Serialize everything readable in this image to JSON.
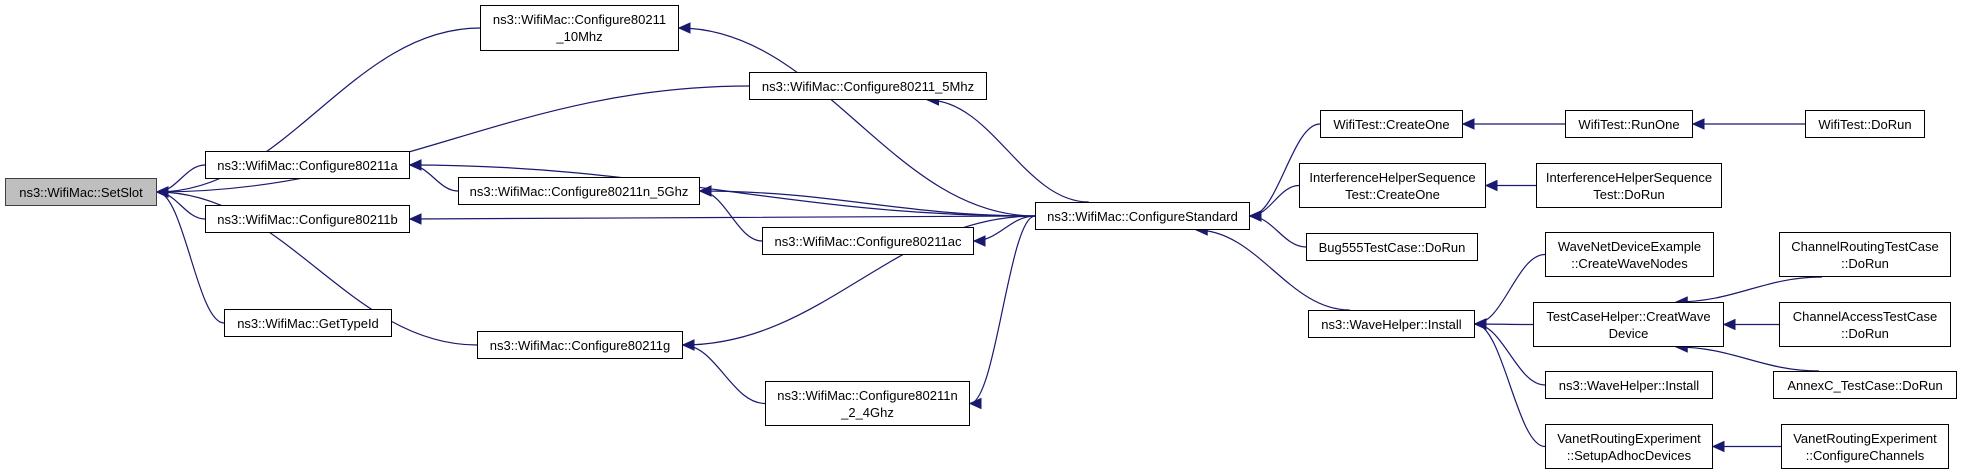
{
  "diagram": {
    "type": "caller-graph",
    "edge_color": "#191970",
    "root_fill": "#bfbfbf",
    "nodes": [
      {
        "id": "setslot",
        "label": "ns3::WifiMac::SetSlot",
        "root": true
      },
      {
        "id": "c10",
        "label": "ns3::WifiMac::Configure80211\n_10Mhz"
      },
      {
        "id": "c5",
        "label": "ns3::WifiMac::Configure80211_5Mhz"
      },
      {
        "id": "ca",
        "label": "ns3::WifiMac::Configure80211a"
      },
      {
        "id": "cn5",
        "label": "ns3::WifiMac::Configure80211n_5Ghz"
      },
      {
        "id": "cb",
        "label": "ns3::WifiMac::Configure80211b"
      },
      {
        "id": "cac",
        "label": "ns3::WifiMac::Configure80211ac"
      },
      {
        "id": "gettypeid",
        "label": "ns3::WifiMac::GetTypeId"
      },
      {
        "id": "cg",
        "label": "ns3::WifiMac::Configure80211g"
      },
      {
        "id": "cn24",
        "label": "ns3::WifiMac::Configure80211n\n_2_4Ghz"
      },
      {
        "id": "cstd",
        "label": "ns3::WifiMac::ConfigureStandard"
      },
      {
        "id": "wtcreate",
        "label": "WifiTest::CreateOne"
      },
      {
        "id": "wtrun",
        "label": "WifiTest::RunOne"
      },
      {
        "id": "wtdorun",
        "label": "WifiTest::DoRun"
      },
      {
        "id": "ihscreate",
        "label": "InterferenceHelperSequence\nTest::CreateOne"
      },
      {
        "id": "ihsdorun",
        "label": "InterferenceHelperSequence\nTest::DoRun"
      },
      {
        "id": "bug555",
        "label": "Bug555TestCase::DoRun"
      },
      {
        "id": "wavenet",
        "label": "WaveNetDeviceExample\n::CreateWaveNodes"
      },
      {
        "id": "crtc",
        "label": "ChannelRoutingTestCase\n::DoRun"
      },
      {
        "id": "whinstall",
        "label": "ns3::WaveHelper::Install"
      },
      {
        "id": "tch",
        "label": "TestCaseHelper::CreatWave\nDevice"
      },
      {
        "id": "catc",
        "label": "ChannelAccessTestCase\n::DoRun"
      },
      {
        "id": "whinstall2",
        "label": "ns3::WaveHelper::Install"
      },
      {
        "id": "annexc",
        "label": "AnnexC_TestCase::DoRun"
      },
      {
        "id": "vresetup",
        "label": "VanetRoutingExperiment\n::SetupAdhocDevices"
      },
      {
        "id": "vreconf",
        "label": "VanetRoutingExperiment\n::ConfigureChannels"
      }
    ],
    "edges": [
      {
        "from": "c10",
        "to": "setslot"
      },
      {
        "from": "c5",
        "to": "setslot"
      },
      {
        "from": "ca",
        "to": "setslot"
      },
      {
        "from": "cb",
        "to": "setslot"
      },
      {
        "from": "gettypeid",
        "to": "setslot"
      },
      {
        "from": "cg",
        "to": "setslot"
      },
      {
        "from": "cn5",
        "to": "ca"
      },
      {
        "from": "cac",
        "to": "cn5"
      },
      {
        "from": "cn24",
        "to": "cg"
      },
      {
        "from": "cstd",
        "to": "c10"
      },
      {
        "from": "cstd",
        "to": "c5"
      },
      {
        "from": "cstd",
        "to": "ca"
      },
      {
        "from": "cstd",
        "to": "cn5"
      },
      {
        "from": "cstd",
        "to": "cac"
      },
      {
        "from": "cstd",
        "to": "cb"
      },
      {
        "from": "cstd",
        "to": "cg"
      },
      {
        "from": "cstd",
        "to": "cn24"
      },
      {
        "from": "wtcreate",
        "to": "cstd"
      },
      {
        "from": "ihscreate",
        "to": "cstd"
      },
      {
        "from": "bug555",
        "to": "cstd"
      },
      {
        "from": "whinstall",
        "to": "cstd"
      },
      {
        "from": "wtrun",
        "to": "wtcreate"
      },
      {
        "from": "wtdorun",
        "to": "wtrun"
      },
      {
        "from": "ihsdorun",
        "to": "ihscreate"
      },
      {
        "from": "wavenet",
        "to": "whinstall"
      },
      {
        "from": "tch",
        "to": "whinstall"
      },
      {
        "from": "whinstall2",
        "to": "whinstall"
      },
      {
        "from": "vresetup",
        "to": "whinstall"
      },
      {
        "from": "crtc",
        "to": "tch"
      },
      {
        "from": "catc",
        "to": "tch"
      },
      {
        "from": "annexc",
        "to": "tch"
      },
      {
        "from": "vreconf",
        "to": "vresetup"
      }
    ]
  }
}
